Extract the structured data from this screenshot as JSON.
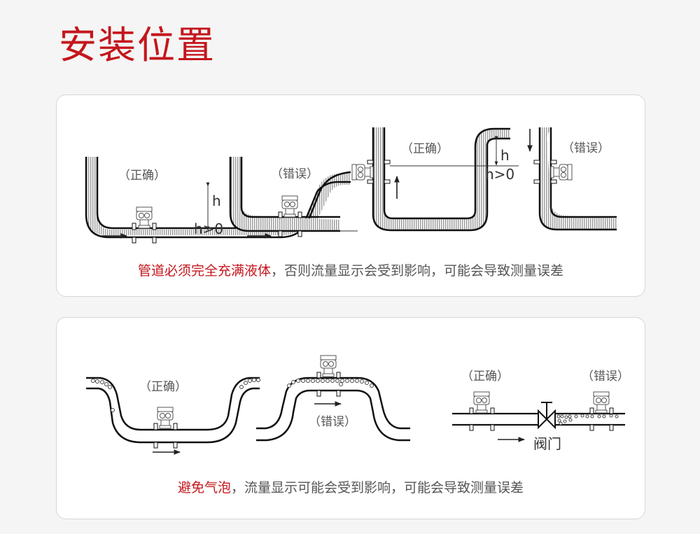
{
  "page_title": "安装位置",
  "colors": {
    "accent": "#c4161c",
    "text": "#555555",
    "panel_bg": "#ffffff",
    "page_bg": "#f5f5f5"
  },
  "panel1": {
    "diagrams": [
      {
        "label": "（正确）",
        "h_label": "h",
        "condition": "h>0",
        "verdict": "correct"
      },
      {
        "label": "（错误）",
        "verdict": "wrong"
      },
      {
        "label": "（正确）",
        "h_label": "h",
        "condition": "h>0",
        "verdict": "correct"
      },
      {
        "label": "（错误）",
        "verdict": "wrong"
      }
    ],
    "caption_highlight": "管道必须完全充满液体",
    "caption_rest": "，否则流量显示会受到影响，可能会导致测量误差"
  },
  "panel2": {
    "diagrams": [
      {
        "label": "（正确）",
        "verdict": "correct"
      },
      {
        "label": "（错误）",
        "verdict": "wrong"
      },
      {
        "label": "（正确）",
        "verdict": "correct"
      },
      {
        "label": "（错误）",
        "verdict": "wrong"
      }
    ],
    "valve_label": "阀门",
    "caption_highlight": "避免气泡",
    "caption_rest": "，流量显示可能会受到影响，可能会导致测量误差"
  }
}
